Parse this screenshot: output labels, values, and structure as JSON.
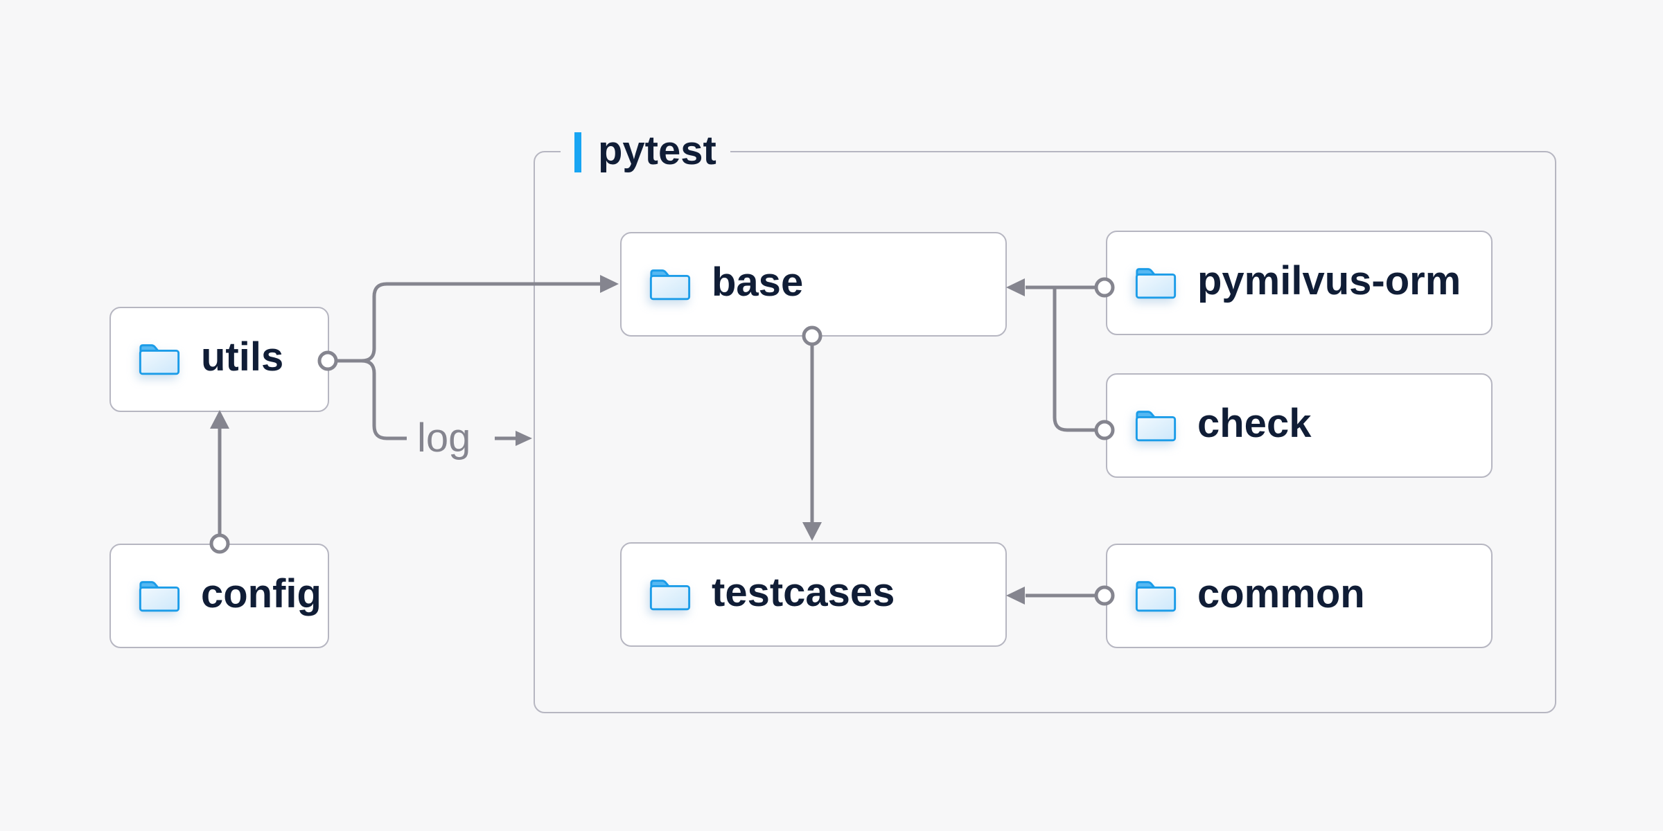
{
  "group": {
    "label": "pytest"
  },
  "nodes": {
    "utils": {
      "label": "utils"
    },
    "config": {
      "label": "config"
    },
    "base": {
      "label": "base"
    },
    "testcases": {
      "label": "testcases"
    },
    "pymilvus_orm": {
      "label": "pymilvus-orm"
    },
    "check": {
      "label": "check"
    },
    "common": {
      "label": "common"
    }
  },
  "edges": {
    "log_label": "log",
    "list": [
      {
        "from": "config",
        "to": "utils"
      },
      {
        "from": "utils",
        "to": "base"
      },
      {
        "from": "utils",
        "to": "pytest-group",
        "label": "log"
      },
      {
        "from": "pymilvus-orm",
        "to": "base"
      },
      {
        "from": "check",
        "to": "base"
      },
      {
        "from": "base",
        "to": "testcases"
      },
      {
        "from": "common",
        "to": "testcases"
      }
    ]
  },
  "icons": {
    "node_icon": "folder-icon"
  },
  "colors": {
    "background": "#f7f7f8",
    "node_fill": "#ffffff",
    "node_border": "#b6b6c1",
    "group_border": "#b6b6c1",
    "edge": "#85858f",
    "label_text": "#101d36",
    "edge_label_text": "#85858f",
    "accent_blue": "#18a5f3",
    "folder_stroke": "#1b9ce8",
    "folder_tab": "#56b8f2",
    "folder_body_light": "#f2f9fe",
    "folder_body_dark": "#cde8fb"
  }
}
